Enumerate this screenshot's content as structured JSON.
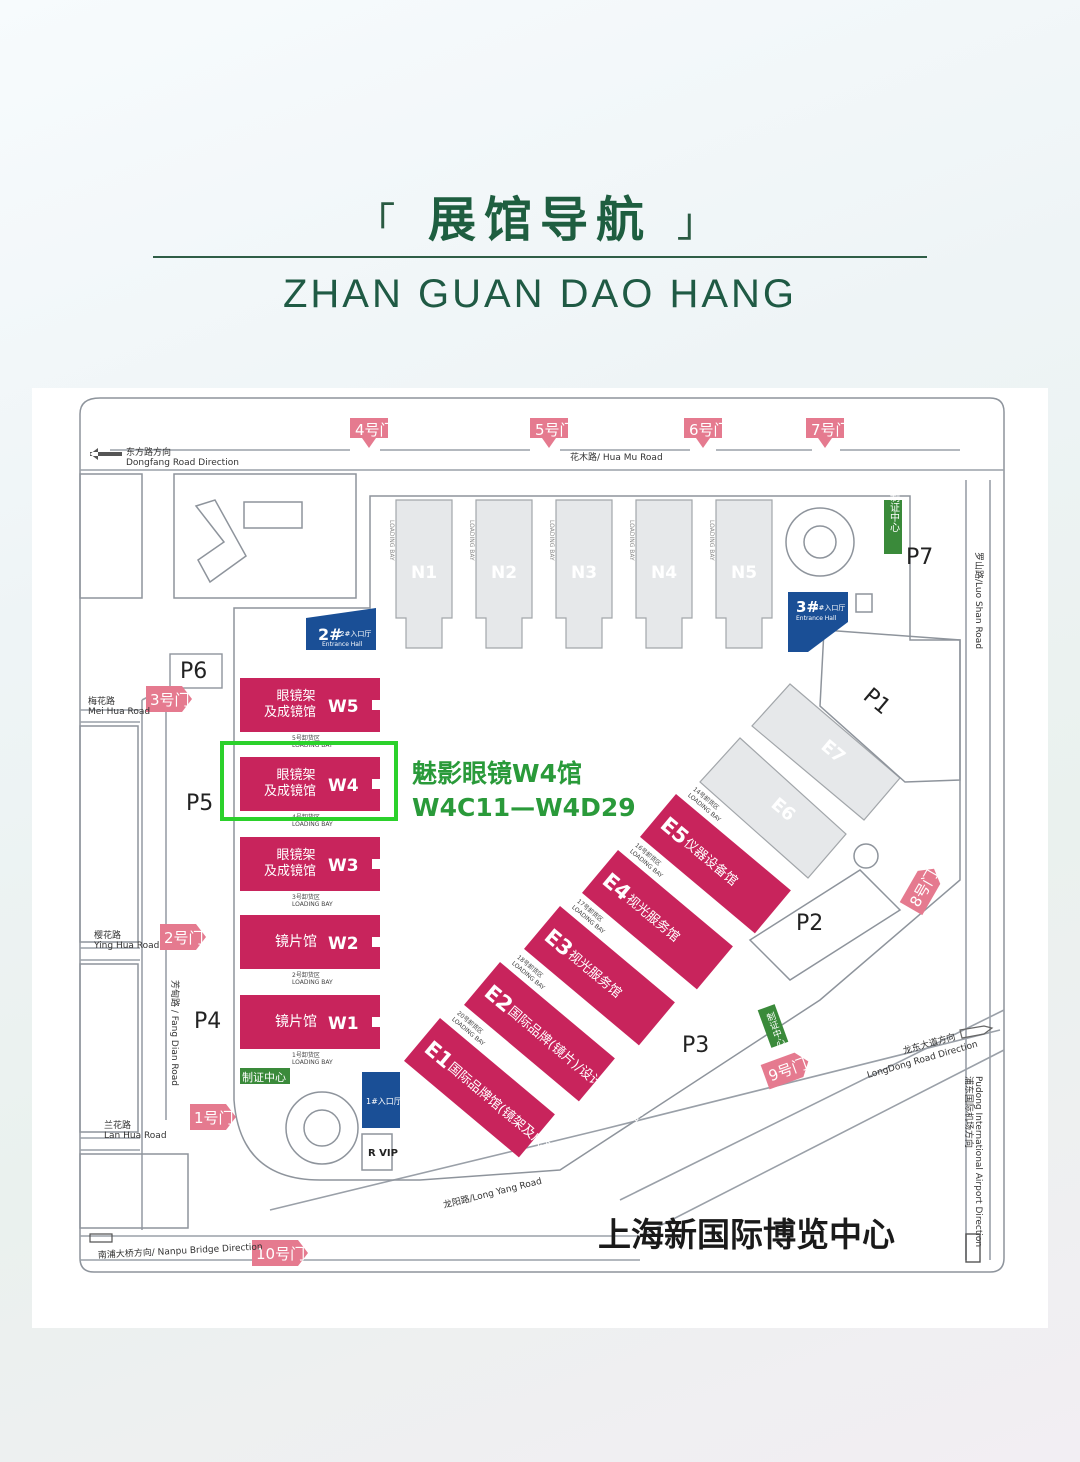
{
  "header": {
    "bracket_open": "「",
    "title": "展馆导航",
    "bracket_close": "」",
    "subtitle": "ZHAN GUAN DAO HANG"
  },
  "map": {
    "venue_name": "上海新国际博览中心",
    "colors": {
      "hall_pink": "#c8245c",
      "entrance_blue": "#1a4f96",
      "gate_pink": "#e57a8f",
      "highlight_green": "#2bd12b",
      "callout_green": "#2a9a3a",
      "cert_green": "#3a8a3a"
    },
    "callout": {
      "line1": "魅影眼镜W4馆",
      "line2": "W4C11—W4D29"
    },
    "roads": {
      "dongfang_cn": "东方路方向",
      "dongfang_en": "Dongfang Road Direction",
      "huamu": "花木路/ Hua Mu Road",
      "meihua_cn": "梅花路",
      "meihua_en": "Mei Hua Road",
      "yinghua_cn": "樱花路",
      "yinghua_en": "Ying Hua Road",
      "fangdian": "芳甸路 / Fang Dian Road",
      "lanhua_cn": "兰花路",
      "lanhua_en": "Lan Hua Road",
      "nanpu": "南浦大桥方向/ Nanpu Bridge Direction",
      "longyang": "龙阳路/Long Yang Road",
      "longdong_cn": "龙东大道方向",
      "longdong_en": "LongDong Road Direction",
      "luoshan": "罗山路/Luo Shan Road",
      "airport_cn": "浦东国际机场方向",
      "airport_en": "Pudong International Airport Direction"
    },
    "gates": [
      "1号门",
      "2号门",
      "3号门",
      "4号门",
      "5号门",
      "6号门",
      "7号门",
      "8号门",
      "9号门",
      "10号门"
    ],
    "parking": [
      "P1",
      "P2",
      "P3",
      "P4",
      "P5",
      "P6",
      "P7"
    ],
    "north_halls": [
      "N1",
      "N2",
      "N3",
      "N4",
      "N5"
    ],
    "east_grey_halls": [
      "E7",
      "E6"
    ],
    "loading_bay": "LOADING BAY",
    "entrances": {
      "e1": "1#入口厅",
      "e2": "2#入口厅",
      "e3": "3#入口厅",
      "en": "Entrance Hall"
    },
    "cert_center": "制证中心",
    "vip": "R VIP",
    "west_halls": [
      {
        "code": "W5",
        "line1": "眼镜架",
        "line2": "及成镜馆",
        "bay": "5号卸货区"
      },
      {
        "code": "W4",
        "line1": "眼镜架",
        "line2": "及成镜馆",
        "bay": "4号卸货区"
      },
      {
        "code": "W3",
        "line1": "眼镜架",
        "line2": "及成镜馆",
        "bay": "3号卸货区"
      },
      {
        "code": "W2",
        "line1": "镜片馆",
        "line2": "",
        "bay": "2号卸货区"
      },
      {
        "code": "W1",
        "line1": "镜片馆",
        "line2": "",
        "bay": "1号卸货区"
      }
    ],
    "east_halls": [
      {
        "code": "E5",
        "label": "仪器设备馆",
        "bay": "14号卸货区"
      },
      {
        "code": "E4",
        "label": "视光服务馆",
        "bay": "16号卸货区"
      },
      {
        "code": "E3",
        "label": "视光服务馆",
        "bay": "17号卸货区"
      },
      {
        "code": "E2",
        "label": "国际品牌(镜片)/设计师品牌馆",
        "bay": "18号卸货区"
      },
      {
        "code": "E1",
        "label": "国际品牌馆(镜架及成镜)",
        "bay": "20号卸货区"
      }
    ]
  }
}
